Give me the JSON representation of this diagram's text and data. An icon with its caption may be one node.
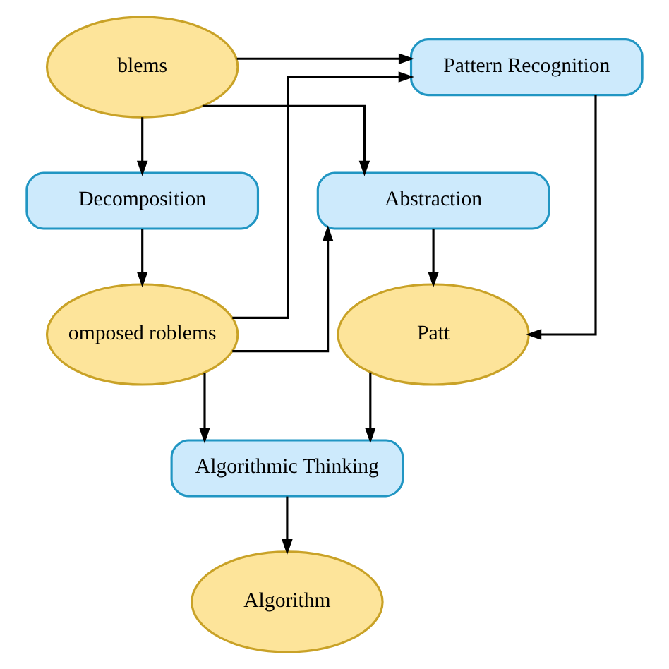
{
  "diagram": {
    "nodes": [
      {
        "text": [
          "blems"
        ]
      },
      {
        "text": [
          "Decomposition"
        ]
      },
      {
        "text": [
          "omposed roblems"
        ]
      },
      {
        "text": [
          "Pattern Recognition"
        ]
      },
      {
        "text": [
          "Abstraction"
        ]
      },
      {
        "text": [
          "Algorithmic Thinking"
        ]
      },
      {
        "text": [
          "Patt"
        ]
      },
      {
        "text": [
          "Algorithm"
        ]
      }
    ],
    "edges": [
      {
        "from": 0,
        "to": 1,
        "arrow": "to"
      },
      {
        "from": 0,
        "to": 3,
        "arrow": "to"
      },
      {
        "from": 0,
        "to": 4,
        "arrow": "to"
      },
      {
        "from": 1,
        "to": 2,
        "arrow": "to"
      },
      {
        "from": 2,
        "to": 3,
        "arrow": "to"
      },
      {
        "from": 2,
        "to": 4,
        "arrow": "to"
      },
      {
        "from": 2,
        "to": 5,
        "arrow": "to"
      },
      {
        "from": 3,
        "to": 6,
        "arrow": "to"
      },
      {
        "from": 4,
        "to": 6,
        "arrow": "to"
      },
      {
        "from": 6,
        "to": 5,
        "arrow": "to"
      },
      {
        "from": 5,
        "to": 7,
        "arrow": "to"
      }
    ]
  }
}
